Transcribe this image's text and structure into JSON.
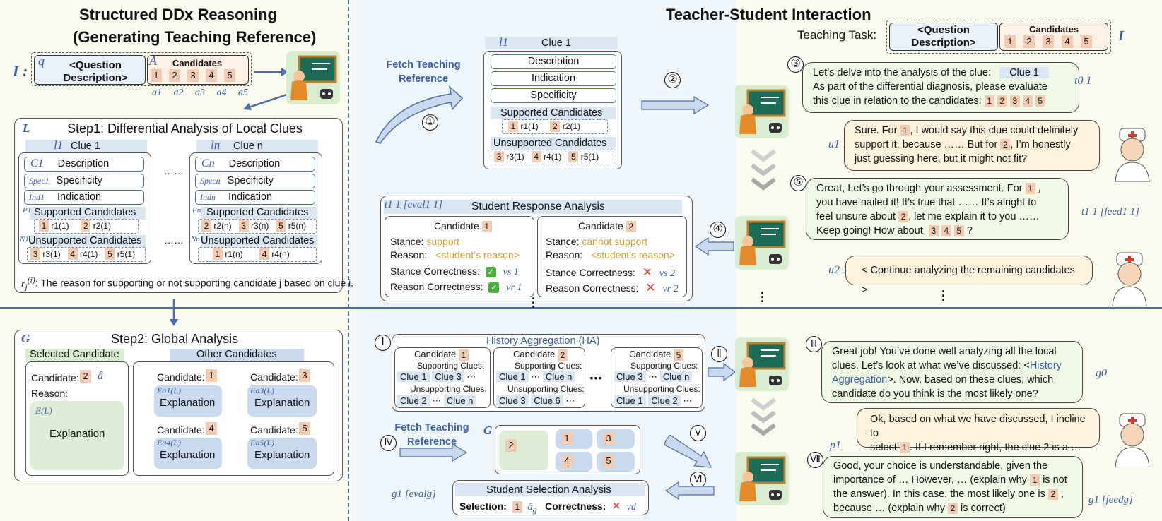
{
  "left": {
    "title1": "Structured DDx Reasoning",
    "title2": "(Generating Teaching Reference)",
    "input_label": "I :",
    "q_label": "q",
    "question": "<Question Description>",
    "a_label": "A",
    "candidates_label": "Candidates",
    "cands": [
      "1",
      "2",
      "3",
      "4",
      "5"
    ],
    "a_subs": [
      "a1",
      "a2",
      "a3",
      "a4",
      "a5"
    ],
    "step1_label": "L",
    "step1_title": "Step1: Differential Analysis of Local Clues",
    "clue1": {
      "label": "l1",
      "name": "Clue 1",
      "c": "C1",
      "desc": "Description",
      "spec": "Spec1",
      "spec_t": "Specificity",
      "ind": "Ind1",
      "ind_t": "Indication",
      "p": "P1",
      "sup": "Supported Candidates",
      "n": "N1",
      "unsup": "Unsupported Candidates",
      "sup_items": [
        "1",
        "r1(1)",
        "2",
        "r2(1)"
      ],
      "unsup_items": [
        "3",
        "r3(1)",
        "4",
        "r4(1)",
        "5",
        "r5(1)"
      ]
    },
    "cluen": {
      "label": "ln",
      "name": "Clue n",
      "c": "Cn",
      "desc": "Description",
      "spec": "Specn",
      "spec_t": "Specificity",
      "ind": "Indn",
      "ind_t": "Indication",
      "p": "Pn",
      "sup": "Supported Candidates",
      "n": "Nn",
      "unsup": "Unsupported Candidates",
      "sup_items": [
        "2",
        "r2(n)",
        "3",
        "r3(n)",
        "5",
        "r5(n)"
      ],
      "unsup_items": [
        "1",
        "r1(n)",
        "4",
        "r4(n)"
      ]
    },
    "ellipsis": "……",
    "footnote": ": The reason for supporting or not supporting candidate j based on clue i.",
    "step2_label": "G",
    "step2_title": "Step2: Global Analysis",
    "selected_hdr": "Selected Candidate",
    "other_hdr": "Other Candidates",
    "sel_cand_label": "Candidate:",
    "sel_cand": "2",
    "reason_label": "Reason:",
    "sel_expl_label": "E(L)",
    "explanation": "Explanation",
    "others": [
      {
        "cand": "1",
        "e": "Ea1(L)"
      },
      {
        "cand": "3",
        "e": "Ea3(L)"
      },
      {
        "cand": "4",
        "e": "Ea4(L)"
      },
      {
        "cand": "5",
        "e": "Ea5(L)"
      }
    ]
  },
  "right": {
    "title": "Teacher-Student Interaction",
    "task_label": "Teaching Task:",
    "task_q": "<Question Description>",
    "task_cands_label": "Candidates",
    "task_I": "I",
    "fetch": "Fetch Teaching Reference",
    "ref": {
      "label": "l1",
      "name": "Clue 1",
      "desc": "Description",
      "ind": "Indication",
      "spec": "Specificity",
      "sup": "Supported Candidates",
      "unsup": "Unsupported Candidates",
      "sup_items": [
        "1",
        "r1(1)",
        "2",
        "r2(1)"
      ],
      "unsup_items": [
        "3",
        "r3(1)",
        "4",
        "r4(1)",
        "5",
        "r5(1)"
      ]
    },
    "steps": [
      "①",
      "②",
      "③",
      "④",
      "⑤"
    ],
    "b3": {
      "line1": "Let’s delve into the analysis of the clue:",
      "clue": "Clue 1",
      "line2": "As part of the differential diagnosis, please evaluate",
      "line3": "this clue in relation to the candidates:",
      "tag": "t0 1"
    },
    "u1": {
      "tag": "u1 1",
      "line1a": "Sure. For",
      "c1": "1",
      "line1b": ", I would say this clue could definitely",
      "line2a": "support it, because ……   But for",
      "c2": "2",
      "line2b": ", I’m honestly",
      "line3": "just guessing here, but it might not  fit?"
    },
    "b5": {
      "line1a": "Great, Let’s go through your assessment. For",
      "c1": "1",
      "line2": "you have nailed it! It’s true that …… It’s alright to",
      "line3a": "feel unsure about",
      "c2": "2",
      "line3b": ",  let me explain it to you ……",
      "line4a": "Keep going!  How about",
      "line4b": "?",
      "tag": "t1 1 [feed1 1]"
    },
    "u2": {
      "tag": "u2 1",
      "text": "< Continue analyzing the remaining candidates >"
    },
    "sra": {
      "tag": "t1 1 [eval1 1]",
      "title": "Student Response Analysis",
      "c1": {
        "label": "Candidate",
        "cand": "1",
        "stance_l": "Stance:",
        "stance": "support",
        "reason_l": "Reason:",
        "reason": "<student’s reason>",
        "sc_l": "Stance Correctness:",
        "rc_l": "Reason Correctness:",
        "vs": "vs 1",
        "vr": "vr 1"
      },
      "c2": {
        "label": "Candidate",
        "cand": "2",
        "stance_l": "Stance:",
        "stance": "cannot support",
        "reason_l": "Reason:",
        "reason": "<student’s reason>",
        "sc_l": "Stance Correctness:",
        "rc_l": "Reason Correctness:",
        "vs": "vs 2",
        "vr": "vr 2"
      }
    },
    "roman": [
      "Ⅰ",
      "Ⅱ",
      "Ⅲ",
      "Ⅳ",
      "Ⅴ",
      "Ⅵ",
      "Ⅶ"
    ],
    "ha": {
      "title": "History Aggregation (HA)",
      "cards": [
        {
          "cand": "1",
          "sup": [
            "Clue 1",
            "Clue 3"
          ],
          "unsup": [
            "Clue 2",
            "Clue n"
          ]
        },
        {
          "cand": "2",
          "sup": [
            "Clue 1",
            "Clue n"
          ],
          "unsup": [
            "Clue 3",
            "Clue 6"
          ]
        },
        {
          "cand": "5",
          "sup": [
            "Clue 3",
            "Clue n"
          ],
          "unsup": [
            "Clue 1",
            "Clue 2"
          ]
        }
      ],
      "label": "Candidate",
      "sup_l": "Supporting Clues:",
      "unsup_l": "Unsupporting Clues:"
    },
    "b3r": {
      "line1": "Great job! You’ve done well analyzing all the local",
      "line2": "clues. Let’s look at what we’ve discussed: <",
      "link": "History",
      "line3a": "Aggregation",
      ">": ">",
      "line3b": ">. Now, based on these clues, which",
      "line4": "candidate do you think is the most likely one?",
      "tag": "g0"
    },
    "fetch2": "Fetch Teaching Reference",
    "g": {
      "label": "G",
      "sel": "2",
      "others": [
        "1",
        "3",
        "4",
        "5"
      ]
    },
    "p1": {
      "tag": "p1",
      "line1": "Ok, based on what we have discussed, I incline to",
      "line2a": "select",
      "c": "1",
      "line2b": ". If I remember right, the clue 2 is  a …"
    },
    "ssa": {
      "tag": "g1 [evalg]",
      "title": "Student Selection Analysis",
      "sel_l": "Selection:",
      "sel": "1",
      "corr_l": "Correctness:",
      "vd": "vd"
    },
    "b7": {
      "line1": "Good, your choice is understandable, given the",
      "line2a": "importance of … However, …  (explain why",
      "c1": "1",
      "line2b": "is not",
      "line3a": "the answer). In this case, the most likely one is",
      "c2": "2",
      "line4a": "because … (explain why",
      "c3": "2",
      "line4b": "is correct)",
      "tag": "g1 [feedg]"
    }
  },
  "colors": {
    "accent": "#3b5ea8",
    "cand": "#f3cbb2",
    "header": "#dbe6f4",
    "green_bubble": "#f0f8e6",
    "peach_bubble": "#fdf3dc",
    "red": "#d83a2a",
    "check": "#4cae3c"
  }
}
